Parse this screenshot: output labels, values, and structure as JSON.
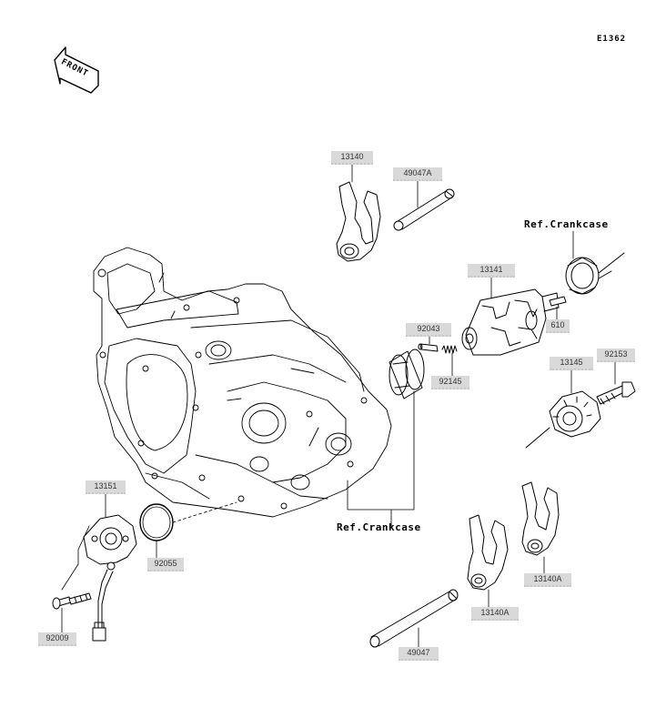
{
  "diagram_code": "E1362",
  "front_label": "FRONT",
  "ref_labels": {
    "crankcase_top": "Ref.Crankcase",
    "crankcase_bottom": "Ref.Crankcase"
  },
  "parts": {
    "fork_13140": "13140",
    "shaft_49047A": "49047A",
    "drum_13141": "13141",
    "pin_92043": "92043",
    "spring_92145": "92145",
    "pin_610": "610",
    "bolt_92153": "92153",
    "holder_13145": "13145",
    "switch_13151": "13151",
    "oring_92055": "92055",
    "screw_92009": "92009",
    "fork_13140A_left": "13140A",
    "fork_13140A_right": "13140A",
    "shaft_49047": "49047"
  },
  "colors": {
    "line": "#000000",
    "label_bg": "#d9d9d9",
    "label_text": "#333333"
  }
}
